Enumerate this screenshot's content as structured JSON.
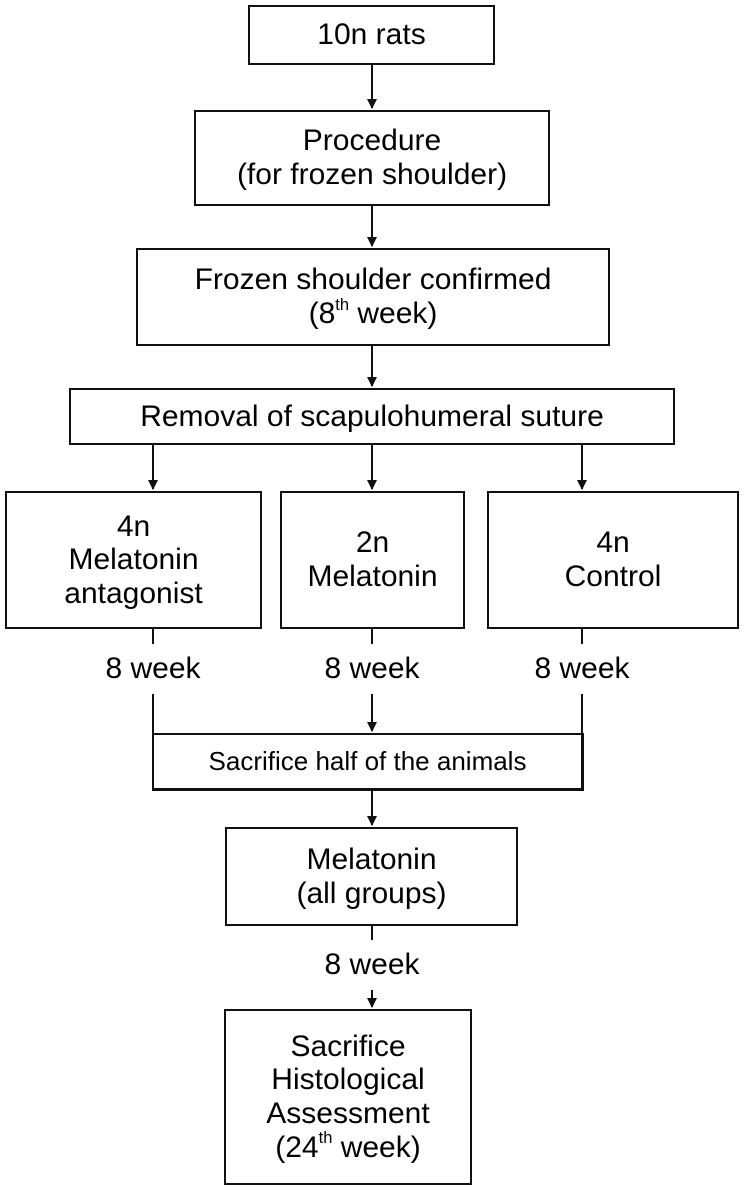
{
  "nodes": {
    "start": "10n rats",
    "procedure": {
      "line1": "Procedure",
      "line2": "(for frozen shoulder)"
    },
    "confirmed": {
      "line1": "Frozen shoulder confirmed",
      "line2_pre": "(8",
      "line2_sup": "th",
      "line2_post": " week)"
    },
    "removal": "Removal of scapulohumeral suture",
    "group_antagonist": {
      "line1": "4n",
      "line2": "Melatonin",
      "line3": "antagonist"
    },
    "group_melatonin": {
      "line1": "2n",
      "line2": "Melatonin"
    },
    "group_control": {
      "line1": "4n",
      "line2": "Control"
    },
    "sacrifice_half": "Sacrifice half of the animals",
    "melatonin_all": {
      "line1": "Melatonin",
      "line2": "(all groups)"
    },
    "final": {
      "line1": "Sacrifice",
      "line2": "Histological",
      "line3": "Assessment",
      "line4_pre": "(24",
      "line4_sup": "th",
      "line4_post": " week)"
    }
  },
  "edge_labels": {
    "antagonist_week": "8 week",
    "melatonin_week": "8 week",
    "control_week": "8 week",
    "final_week": "8 week"
  }
}
